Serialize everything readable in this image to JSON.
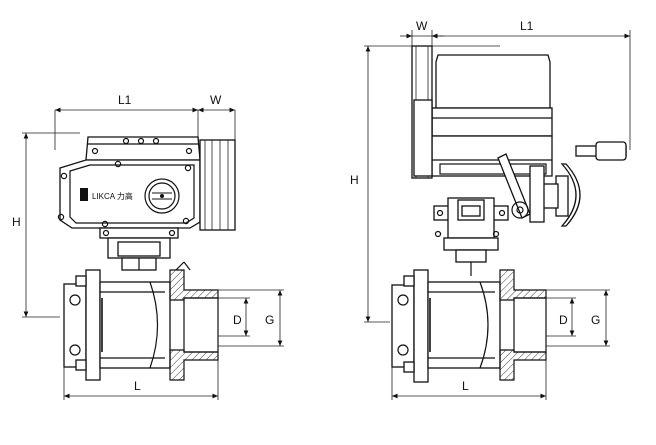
{
  "left_view": {
    "dimensions": {
      "L1": "L1",
      "W": "W",
      "H": "H",
      "D": "D",
      "G": "G",
      "L": "L"
    },
    "brand": "LIKCA 力高"
  },
  "right_view": {
    "dimensions": {
      "W": "W",
      "L1": "L1",
      "H": "H",
      "D": "D",
      "G": "G",
      "L": "L"
    }
  }
}
